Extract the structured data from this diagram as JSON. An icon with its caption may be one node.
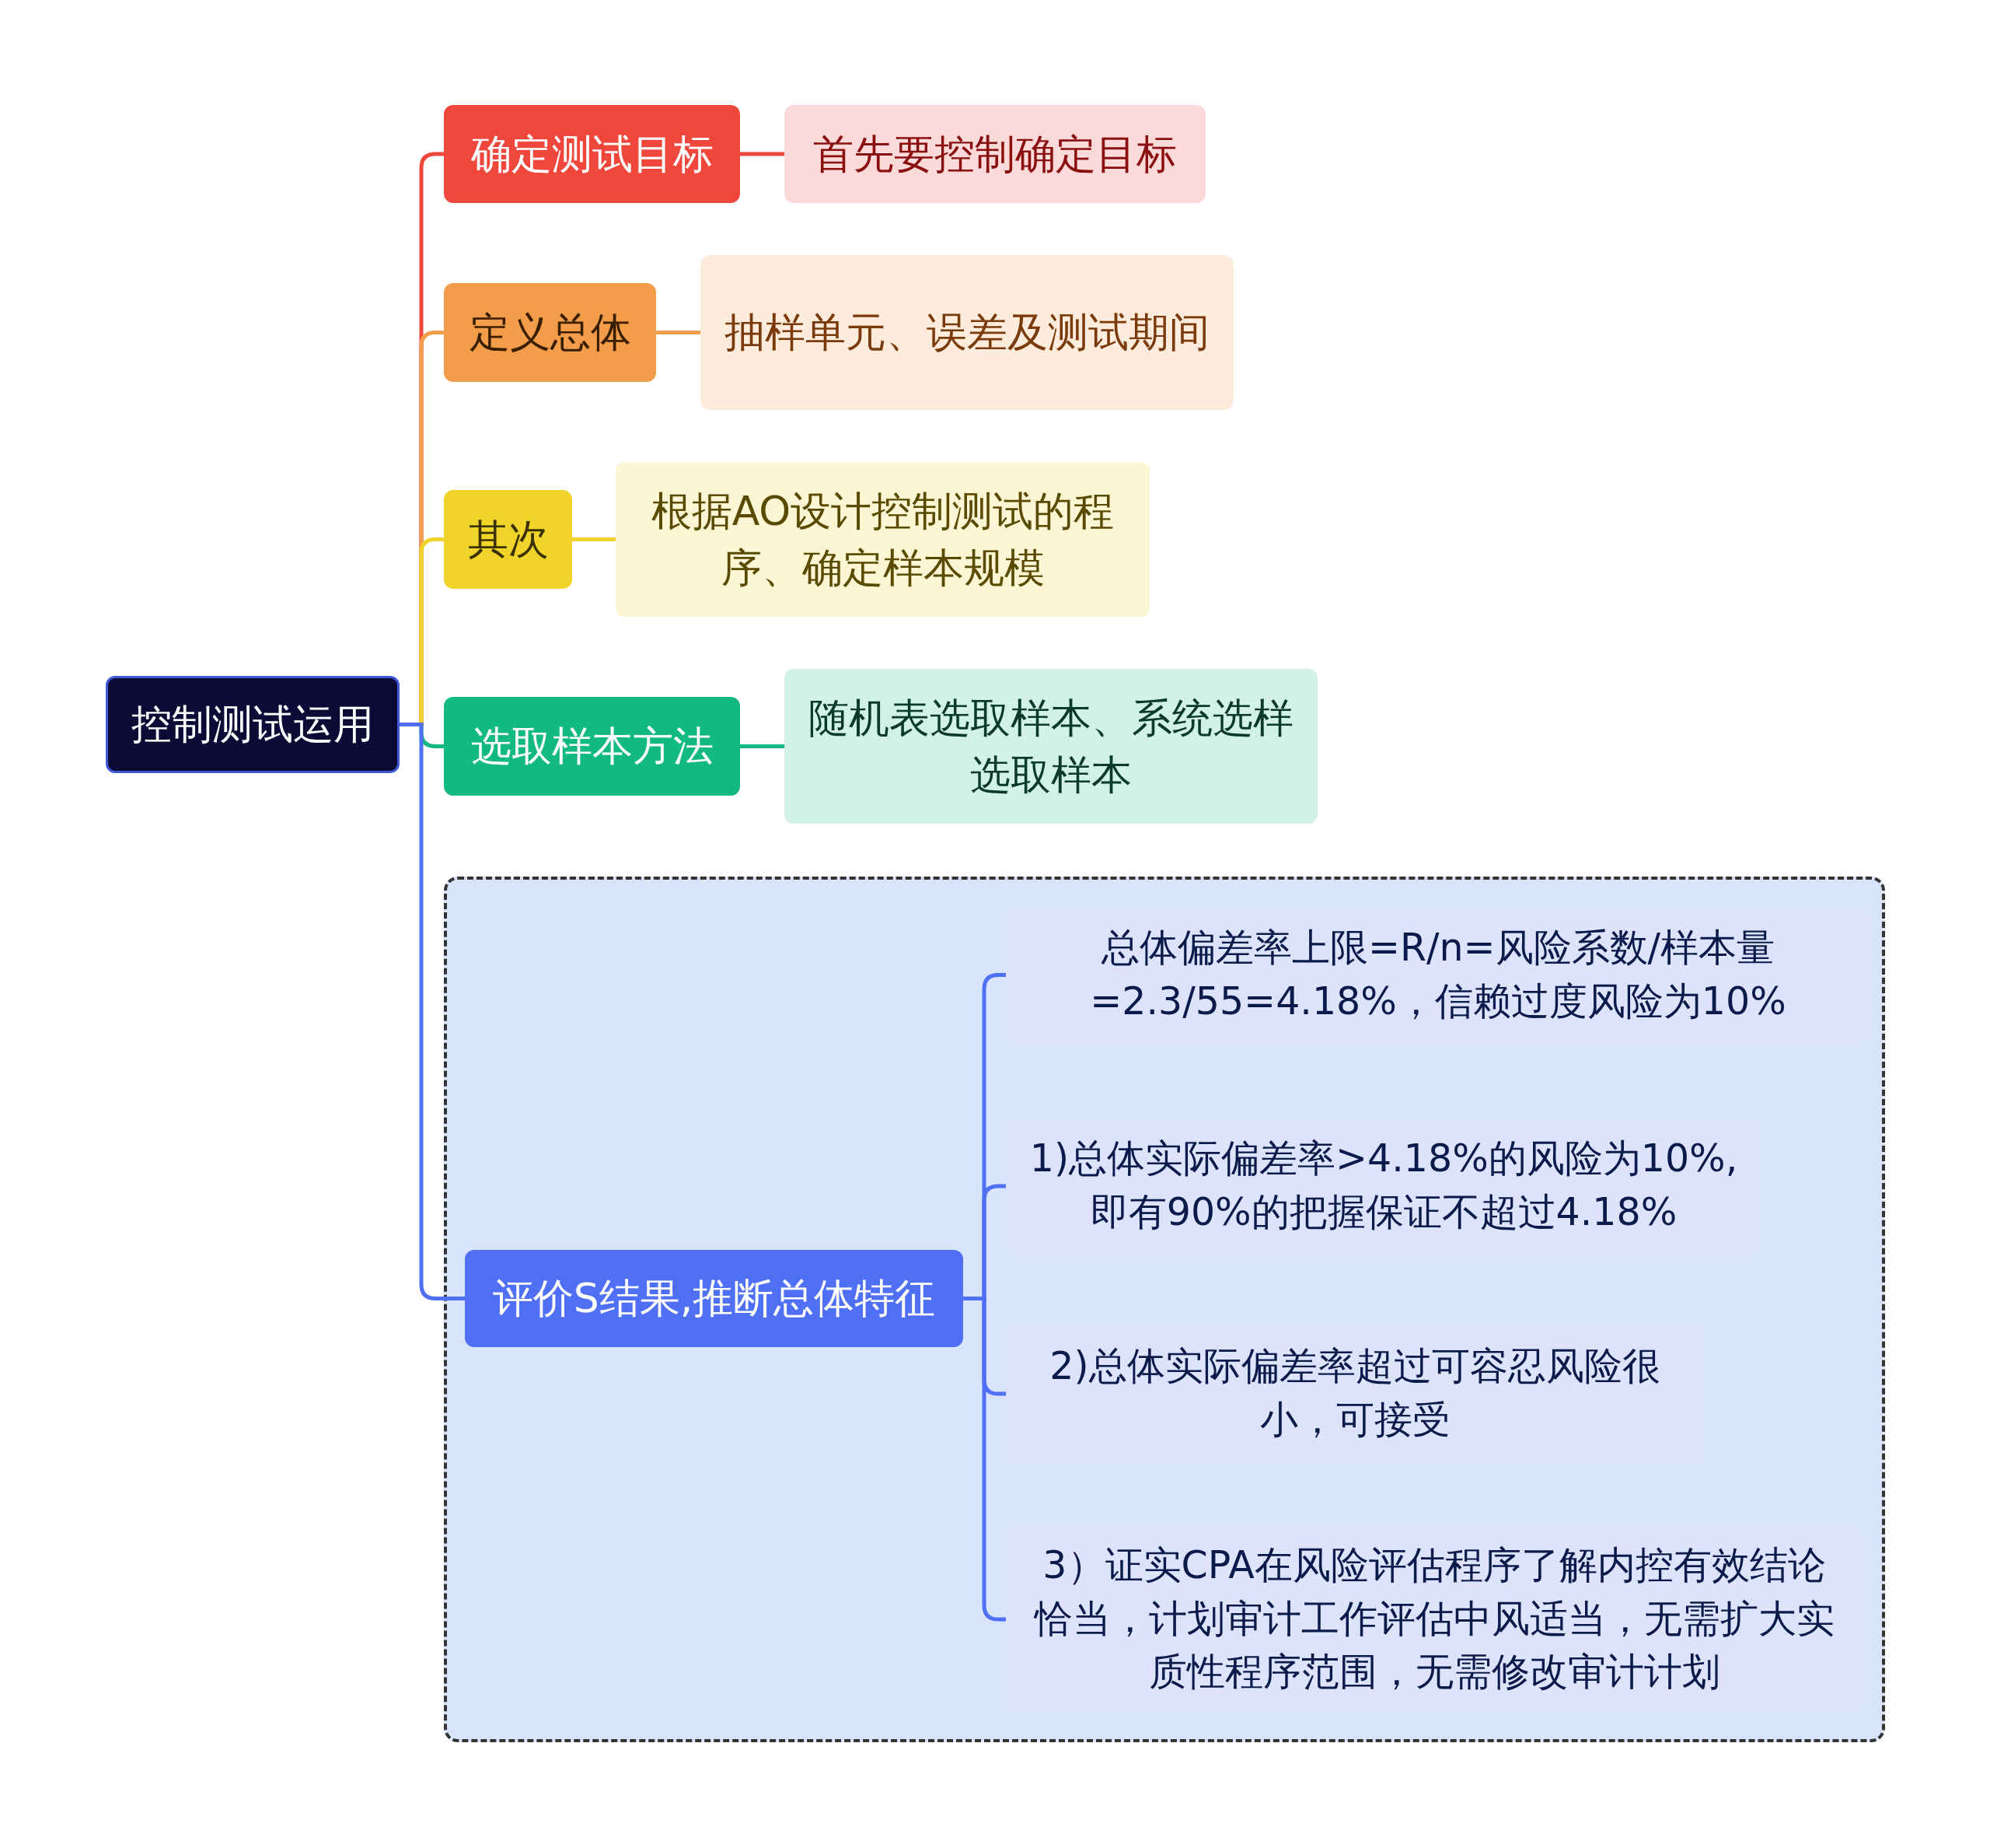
{
  "diagram": {
    "nodes": [
      {
        "text": [
          "控制测试运用"
        ]
      },
      {
        "text": [
          "确定测试目标"
        ]
      },
      {
        "text": [
          "首先要控制确定目标"
        ]
      },
      {
        "text": [
          "定义总体"
        ]
      },
      {
        "text": [
          "抽样单元、误差及测试期间"
        ]
      },
      {
        "text": [
          "其次"
        ]
      },
      {
        "text": [
          "根据AO设计控制测试的程序、确定样本规模"
        ]
      },
      {
        "text": [
          "选取样本方法"
        ]
      },
      {
        "text": [
          "随机表选取样本、系统选样选取样本"
        ]
      },
      {
        "text": [],
        "shape": "box"
      },
      {
        "text": [
          "评价S结果,推断总体特征"
        ],
        "in": 9
      },
      {
        "text": [
          "总体偏差率上限=R/n=风险系数/样本量=2.3/55=4.18%，信赖过度风险为10%"
        ],
        "in": 9
      },
      {
        "text": [
          "1)总体实际偏差率>4.18%的风险为10%,即有90%的把握保证不超过4.18%"
        ],
        "in": 9
      },
      {
        "text": [
          "2)总体实际偏差率超过可容忍风险很小，可接受"
        ],
        "in": 9
      },
      {
        "text": [
          "3）证实CPA在风险评估程序了解内控有效结论恰当，计划审计工作评估中风适当，无需扩大实质性程序范围，无需修改审计计划"
        ],
        "in": 9
      }
    ],
    "edges": [
      {
        "from": 0,
        "to": 1,
        "arrow": "none",
        "color": "#f0473c"
      },
      {
        "from": 0,
        "to": 3,
        "arrow": "none",
        "color": "#f39c4a"
      },
      {
        "from": 0,
        "to": 5,
        "arrow": "none",
        "color": "#f0d42a"
      },
      {
        "from": 0,
        "to": 7,
        "arrow": "none",
        "color": "#12b981"
      },
      {
        "from": 0,
        "to": 10,
        "arrow": "none",
        "color": "#4f6ff5"
      },
      {
        "from": 1,
        "to": 2,
        "arrow": "none",
        "color": "#f0473c"
      },
      {
        "from": 3,
        "to": 4,
        "arrow": "none",
        "color": "#f39c4a"
      },
      {
        "from": 5,
        "to": 6,
        "arrow": "none",
        "color": "#f0d42a"
      },
      {
        "from": 7,
        "to": 8,
        "arrow": "none",
        "color": "#12b981"
      },
      {
        "from": 10,
        "to": 11,
        "arrow": "none",
        "color": "#4f6ff5"
      },
      {
        "from": 10,
        "to": 12,
        "arrow": "none",
        "color": "#4f6ff5"
      },
      {
        "from": 10,
        "to": 13,
        "arrow": "none",
        "color": "#4f6ff5"
      },
      {
        "from": 10,
        "to": 14,
        "arrow": "none",
        "color": "#4f6ff5"
      }
    ]
  }
}
